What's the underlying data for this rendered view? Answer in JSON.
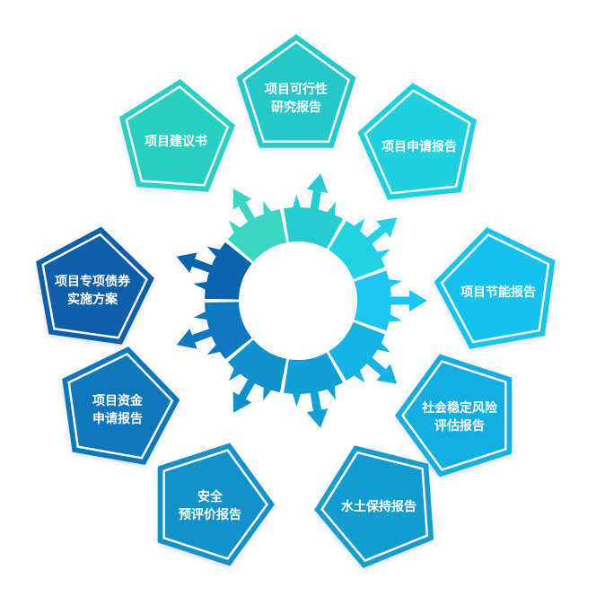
{
  "colors": {
    "background": "#ffffff",
    "outline": "#ffffff",
    "shadow": "#c7d3dc"
  },
  "nodes": [
    {
      "id": "xiangmu-jianyishu",
      "label_lines": [
        "项目建议书"
      ],
      "fill": "#28cfc0",
      "border": "#29d0c1"
    },
    {
      "id": "kexingxing",
      "label_lines": [
        "项目可行性",
        "研究报告"
      ],
      "fill": "#25c8c9",
      "border": "#25c9c9"
    },
    {
      "id": "shenqing",
      "label_lines": [
        "项目申请报告"
      ],
      "fill": "#1fd0de",
      "border": "#1fd1de"
    },
    {
      "id": "jieneng",
      "label_lines": [
        "项目节能报告"
      ],
      "fill": "#15c2ef",
      "border": "#16c3ef"
    },
    {
      "id": "shehui-wending",
      "label_lines": [
        "社会稳定风险",
        "评估报告"
      ],
      "fill": "#12aee2",
      "border": "#13aee2"
    },
    {
      "id": "shuitu-baochi",
      "label_lines": [
        "水土保持报告"
      ],
      "fill": "#139ccf",
      "border": "#149ccf"
    },
    {
      "id": "anquan-yupingjia",
      "label_lines": [
        "安全",
        "预评价报告"
      ],
      "fill": "#1391c9",
      "border": "#1490c9"
    },
    {
      "id": "zijin-shenqing",
      "label_lines": [
        "项目资金",
        "申请报告"
      ],
      "fill": "#1077bd",
      "border": "#1176bd"
    },
    {
      "id": "zhuanxiang-zhaiquan",
      "label_lines": [
        "项目专项债券",
        "实施方案"
      ],
      "fill": "#0e5ea9",
      "border": "#0f5ea9"
    }
  ],
  "gear": {
    "segments": [
      {
        "color": "#3ad6c2"
      },
      {
        "color": "#26ccd0"
      },
      {
        "color": "#23d2e2"
      },
      {
        "color": "#1ec6ef"
      },
      {
        "color": "#16b3e6"
      },
      {
        "color": "#139fd6"
      },
      {
        "color": "#1290cc"
      },
      {
        "color": "#0f78bf"
      },
      {
        "color": "#0d62ae"
      }
    ]
  }
}
